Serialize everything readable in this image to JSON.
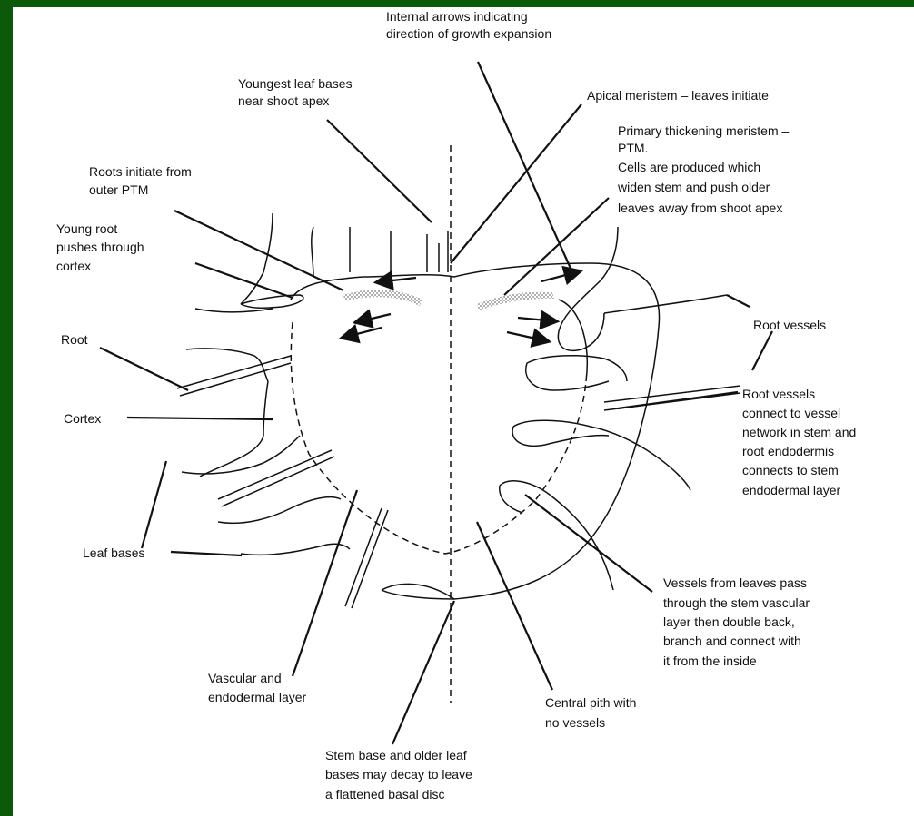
{
  "labels": {
    "internal_arrows": [
      "Internal arrows indicating",
      "direction of growth expansion"
    ],
    "youngest_leaf": [
      "Youngest leaf bases",
      "near shoot apex"
    ],
    "apical_meristem": [
      "Apical meristem – leaves initiate"
    ],
    "ptm": [
      "Primary thickening meristem –",
      "PTM.",
      "Cells are produced which",
      "widen stem and push older",
      "leaves away from shoot apex"
    ],
    "roots_initiate": [
      "Roots initiate from",
      "outer PTM"
    ],
    "young_root": [
      "Young root",
      "pushes through",
      "cortex"
    ],
    "root": [
      "Root"
    ],
    "cortex": [
      "Cortex"
    ],
    "leaf_bases": [
      "Leaf bases"
    ],
    "root_vessels": [
      "Root vessels"
    ],
    "root_vessels_connect": [
      "Root vessels",
      "connect to vessel",
      "network in stem and",
      "root endodermis",
      "connects to stem",
      "endodermal layer"
    ],
    "vessels_from_leaves": [
      "Vessels from leaves pass",
      "through the stem vascular",
      "layer then double back,",
      "branch and connect with",
      "it from the inside"
    ],
    "central_pith": [
      "Central pith with",
      "no vessels"
    ],
    "vascular_layer": [
      "Vascular and",
      "endodermal layer"
    ],
    "stem_base": [
      "Stem base and older leaf",
      "bases may decay to leave",
      "a flattened basal disc"
    ]
  },
  "colors": {
    "frame": "#0a5a0a",
    "canvas": "#ffffff",
    "ink": "#111111",
    "stipple": "#888888"
  }
}
